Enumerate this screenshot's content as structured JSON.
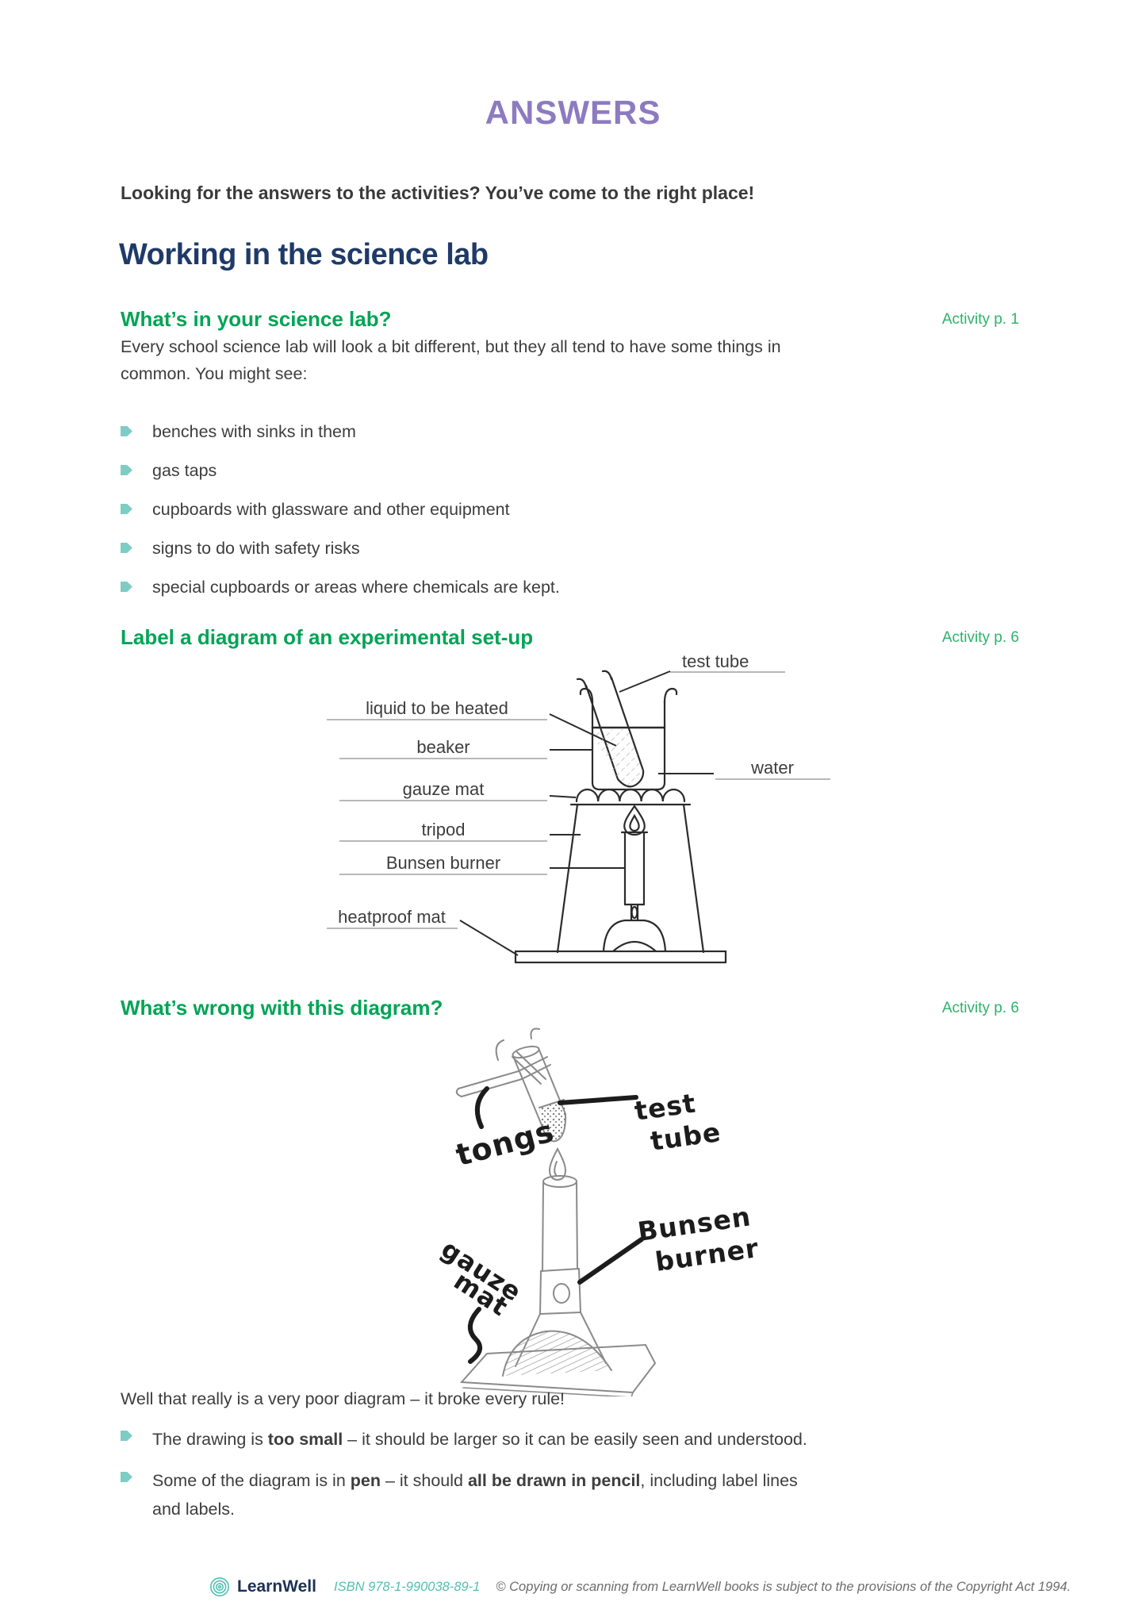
{
  "page": {
    "title": "ANSWERS",
    "subtitle": "Looking for the answers to the activities? You’ve come to the right place!"
  },
  "section": {
    "heading": "Working in the science lab"
  },
  "sub1": {
    "heading": "What’s in your science lab?",
    "activity": "Activity p. 1",
    "intro_segments": [
      {
        "t": "Every school science lab will look a bit different, but they all tend to have some things in"
      },
      {
        "br": true
      },
      {
        "t": "common. You might see:"
      }
    ],
    "bullets": [
      "benches with sinks in them",
      "gas taps",
      "cupboards with glassware and other equipment",
      "signs to do with safety risks",
      "special cupboards or areas where chemicals are kept."
    ]
  },
  "sub2": {
    "heading": "Label a diagram of an experimental set-up",
    "activity": "Activity p. 6",
    "diagram_labels": {
      "test_tube": "test tube",
      "liquid": "liquid to be heated",
      "beaker": "beaker",
      "water": "water",
      "gauze_mat": "gauze mat",
      "tripod": "tripod",
      "bunsen": "Bunsen burner",
      "heatproof": "heatproof mat"
    }
  },
  "sub3": {
    "heading": "What’s wrong with this diagram?",
    "activity": "Activity p. 6",
    "sketch_labels": {
      "tongs": "tongs",
      "test": "test",
      "tube": "tube",
      "bunsen": "Bunsen",
      "burner": "burner",
      "gauze": "gauze",
      "mat": "mat"
    },
    "verdict": "Well that really is a very poor diagram – it broke every rule!",
    "bullets": [
      {
        "segments": [
          {
            "t": "The drawing is "
          },
          {
            "t": "too small",
            "b": true
          },
          {
            "t": " – it should be larger so it can be easily seen and understood."
          }
        ]
      },
      {
        "segments": [
          {
            "t": "Some of the diagram is in "
          },
          {
            "t": "pen",
            "b": true
          },
          {
            "t": " – it should "
          },
          {
            "t": "all be drawn in pencil",
            "b": true
          },
          {
            "t": ", including label lines",
            "b": false
          },
          {
            "br": true
          },
          {
            "t": "and labels."
          }
        ]
      }
    ]
  },
  "footer": {
    "brand": "LearnWell",
    "isbn": "ISBN 978-1-990038-89-1",
    "copyright": "© Copying or scanning from LearnWell books is subject to the provisions of the Copyright Act 1994."
  },
  "colors": {
    "title_purple": "#8d7bc1",
    "section_navy": "#1f3a68",
    "heading_green": "#00a455",
    "activity_green": "#2eb36c",
    "bullet_teal": "#7ecdc4",
    "footer_teal": "#52bfb3",
    "body_gray": "#3d3d3d"
  }
}
